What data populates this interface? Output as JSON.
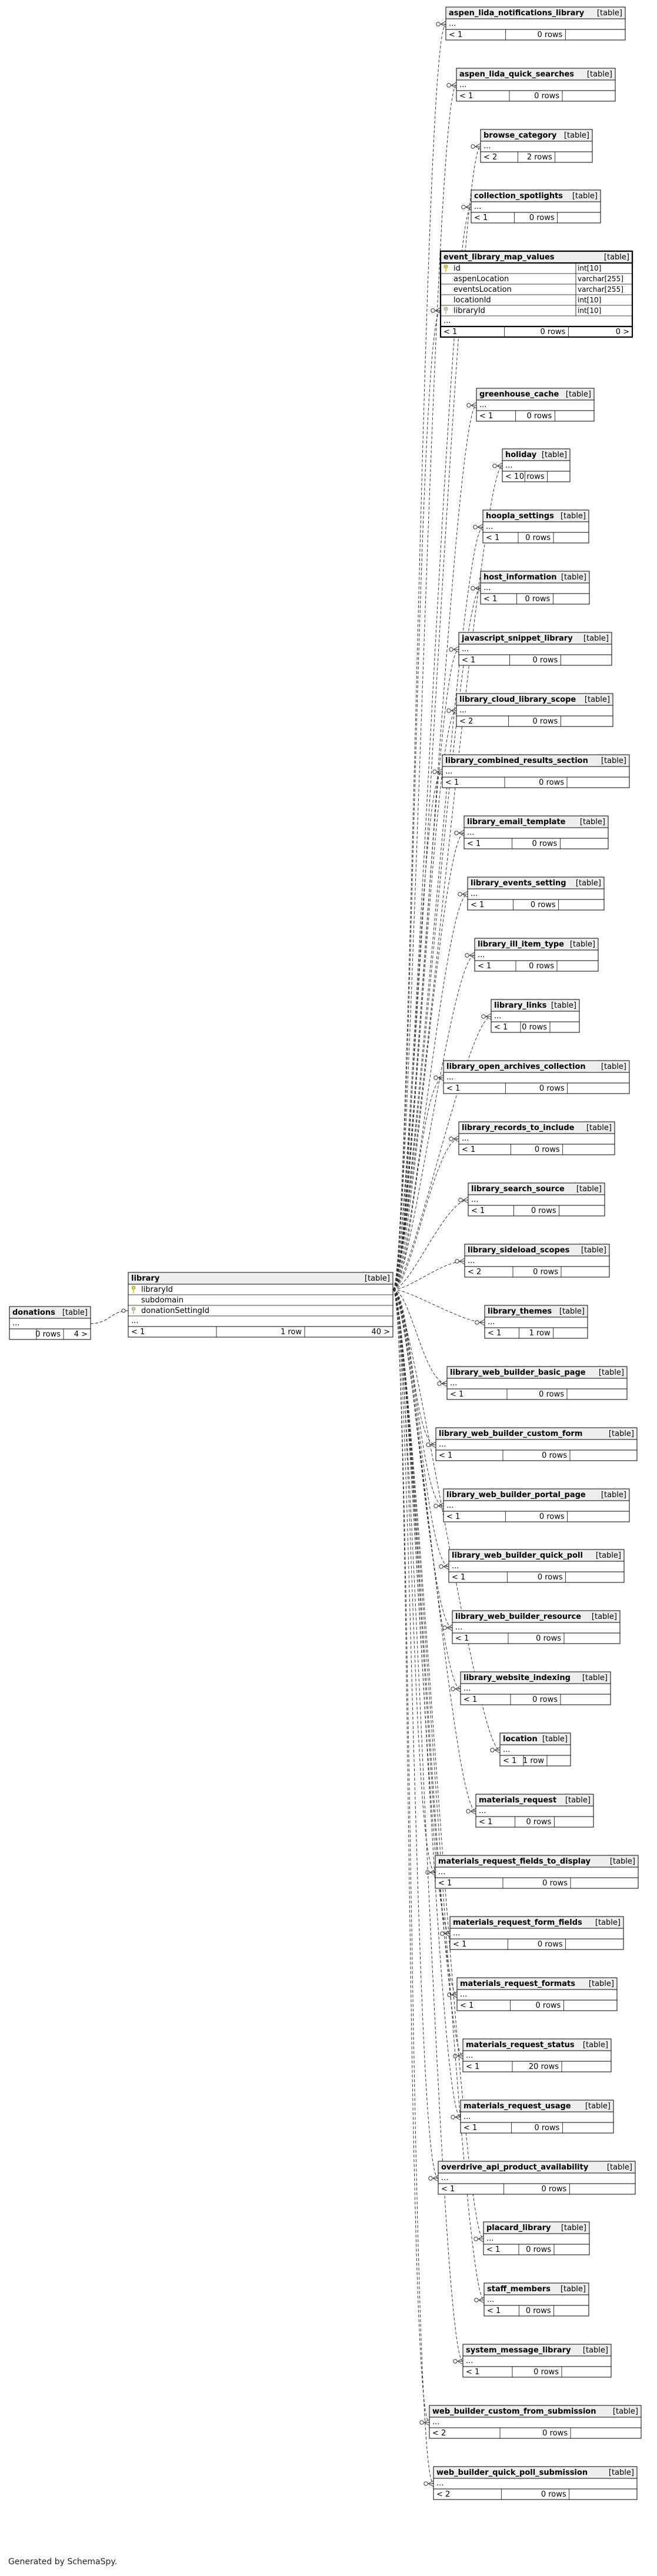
{
  "footer": "Generated by SchemaSpy.",
  "donations": {
    "name": "donations",
    "type": "[table]",
    "ellipsis": "...",
    "parents": "",
    "rows": "0 rows",
    "children": "4 >"
  },
  "library": {
    "name": "library",
    "type": "[table]",
    "columns": [
      {
        "name": "libraryId",
        "type": "",
        "key": "pk"
      },
      {
        "name": "subdomain",
        "type": "",
        "key": ""
      },
      {
        "name": "donationSettingId",
        "type": "",
        "key": "fk"
      }
    ],
    "ellipsis": "...",
    "parents": "< 1",
    "rows": "1 row",
    "children": "40 >"
  },
  "tables": [
    {
      "name": "aspen_lida_notifications_library",
      "type": "[table]",
      "parents": "< 1",
      "rows": "0 rows"
    },
    {
      "name": "aspen_lida_quick_searches",
      "type": "[table]",
      "parents": "< 1",
      "rows": "0 rows"
    },
    {
      "name": "browse_category",
      "type": "[table]",
      "parents": "< 2",
      "rows": "2 rows"
    },
    {
      "name": "collection_spotlights",
      "type": "[table]",
      "parents": "< 1",
      "rows": "0 rows"
    },
    {
      "name": "event_library_map_values",
      "type": "[table]",
      "parents": "< 1",
      "rows": "0 rows",
      "children": "0 >",
      "columns": [
        {
          "name": "id",
          "type": "int[10]",
          "key": "pk"
        },
        {
          "name": "aspenLocation",
          "type": "varchar[255]",
          "key": ""
        },
        {
          "name": "eventsLocation",
          "type": "varchar[255]",
          "key": ""
        },
        {
          "name": "locationId",
          "type": "int[10]",
          "key": ""
        },
        {
          "name": "libraryId",
          "type": "int[10]",
          "key": "fk"
        }
      ]
    },
    {
      "name": "greenhouse_cache",
      "type": "[table]",
      "parents": "< 1",
      "rows": "0 rows"
    },
    {
      "name": "holiday",
      "type": "[table]",
      "parents": "< 1",
      "rows": "0 rows"
    },
    {
      "name": "hoopla_settings",
      "type": "[table]",
      "parents": "< 1",
      "rows": "0 rows"
    },
    {
      "name": "host_information",
      "type": "[table]",
      "parents": "< 1",
      "rows": "0 rows"
    },
    {
      "name": "javascript_snippet_library",
      "type": "[table]",
      "parents": "< 1",
      "rows": "0 rows"
    },
    {
      "name": "library_cloud_library_scope",
      "type": "[table]",
      "parents": "< 2",
      "rows": "0 rows"
    },
    {
      "name": "library_combined_results_section",
      "type": "[table]",
      "parents": "< 1",
      "rows": "0 rows"
    },
    {
      "name": "library_email_template",
      "type": "[table]",
      "parents": "< 1",
      "rows": "0 rows"
    },
    {
      "name": "library_events_setting",
      "type": "[table]",
      "parents": "< 1",
      "rows": "0 rows"
    },
    {
      "name": "library_ill_item_type",
      "type": "[table]",
      "parents": "< 1",
      "rows": "0 rows"
    },
    {
      "name": "library_links",
      "type": "[table]",
      "parents": "< 1",
      "rows": "0 rows"
    },
    {
      "name": "library_open_archives_collection",
      "type": "[table]",
      "parents": "< 1",
      "rows": "0 rows"
    },
    {
      "name": "library_records_to_include",
      "type": "[table]",
      "parents": "< 1",
      "rows": "0 rows"
    },
    {
      "name": "library_search_source",
      "type": "[table]",
      "parents": "< 1",
      "rows": "0 rows"
    },
    {
      "name": "library_sideload_scopes",
      "type": "[table]",
      "parents": "< 2",
      "rows": "0 rows"
    },
    {
      "name": "library_themes",
      "type": "[table]",
      "parents": "< 1",
      "rows": "1 row"
    },
    {
      "name": "library_web_builder_basic_page",
      "type": "[table]",
      "parents": "< 1",
      "rows": "0 rows"
    },
    {
      "name": "library_web_builder_custom_form",
      "type": "[table]",
      "parents": "< 1",
      "rows": "0 rows"
    },
    {
      "name": "library_web_builder_portal_page",
      "type": "[table]",
      "parents": "< 1",
      "rows": "0 rows"
    },
    {
      "name": "library_web_builder_quick_poll",
      "type": "[table]",
      "parents": "< 1",
      "rows": "0 rows"
    },
    {
      "name": "library_web_builder_resource",
      "type": "[table]",
      "parents": "< 1",
      "rows": "0 rows"
    },
    {
      "name": "library_website_indexing",
      "type": "[table]",
      "parents": "< 1",
      "rows": "0 rows"
    },
    {
      "name": "location",
      "type": "[table]",
      "parents": "< 1",
      "rows": "1 row"
    },
    {
      "name": "materials_request",
      "type": "[table]",
      "parents": "< 1",
      "rows": "0 rows"
    },
    {
      "name": "materials_request_fields_to_display",
      "type": "[table]",
      "parents": "< 1",
      "rows": "0 rows"
    },
    {
      "name": "materials_request_form_fields",
      "type": "[table]",
      "parents": "< 1",
      "rows": "0 rows"
    },
    {
      "name": "materials_request_formats",
      "type": "[table]",
      "parents": "< 1",
      "rows": "0 rows"
    },
    {
      "name": "materials_request_status",
      "type": "[table]",
      "parents": "< 1",
      "rows": "20 rows"
    },
    {
      "name": "materials_request_usage",
      "type": "[table]",
      "parents": "< 1",
      "rows": "0 rows"
    },
    {
      "name": "overdrive_api_product_availability",
      "type": "[table]",
      "parents": "< 1",
      "rows": "0 rows"
    },
    {
      "name": "placard_library",
      "type": "[table]",
      "parents": "< 1",
      "rows": "0 rows"
    },
    {
      "name": "staff_members",
      "type": "[table]",
      "parents": "< 1",
      "rows": "0 rows"
    },
    {
      "name": "system_message_library",
      "type": "[table]",
      "parents": "< 1",
      "rows": "0 rows"
    },
    {
      "name": "web_builder_custom_from_submission",
      "type": "[table]",
      "parents": "< 2",
      "rows": "0 rows"
    },
    {
      "name": "web_builder_quick_poll_submission",
      "type": "[table]",
      "parents": "< 2",
      "rows": "0 rows"
    }
  ],
  "colors": {
    "key_icon": "#e8c93a",
    "header_bg": "#eeeeee",
    "border": "#000000",
    "edge": "#333333"
  }
}
